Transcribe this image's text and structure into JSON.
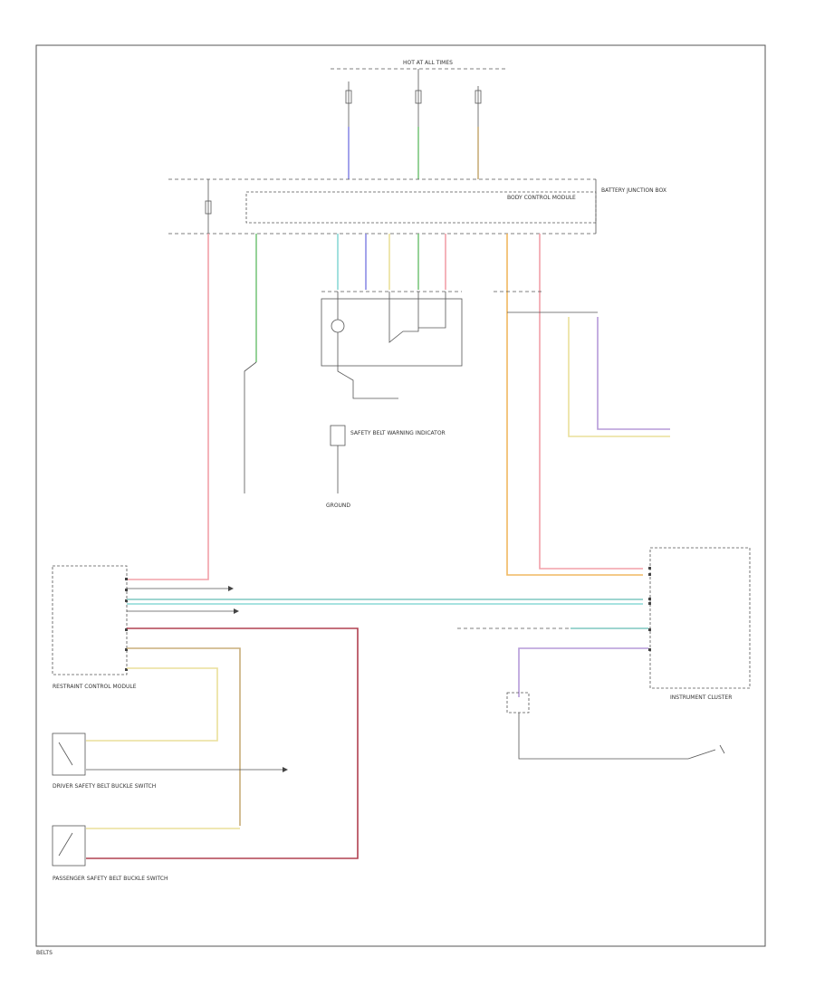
{
  "colors": {
    "frame": "#555555",
    "pink": "#f2a0a8",
    "red": "#b04050",
    "green": "#7bc67e",
    "blue": "#8c8ce6",
    "cyan": "#8ad9d5",
    "tan": "#c8ad7a",
    "yellow": "#eadf9a",
    "orange": "#f0b860",
    "purple": "#b59ad8",
    "teal": "#7fc7c0",
    "gray": "#555555"
  },
  "icons": [
    "ground-icon",
    "switch-icon",
    "lamp-icon",
    "connector-arrow-icon"
  ],
  "labels": {
    "source_top": "HOT AT ALL TIMES",
    "module_bjb": "BATTERY JUNCTION BOX",
    "module_bcm": "BODY CONTROL MODULE",
    "module_rcm": "RESTRAINT CONTROL MODULE",
    "module_cluster": "INSTRUMENT CLUSTER",
    "switch_driver": "DRIVER SAFETY BELT BUCKLE SWITCH",
    "switch_pass": "PASSENGER SAFETY BELT BUCKLE SWITCH",
    "lamp": "SAFETY BELT WARNING INDICATOR",
    "ground": "GROUND",
    "footer": "BELTS"
  }
}
